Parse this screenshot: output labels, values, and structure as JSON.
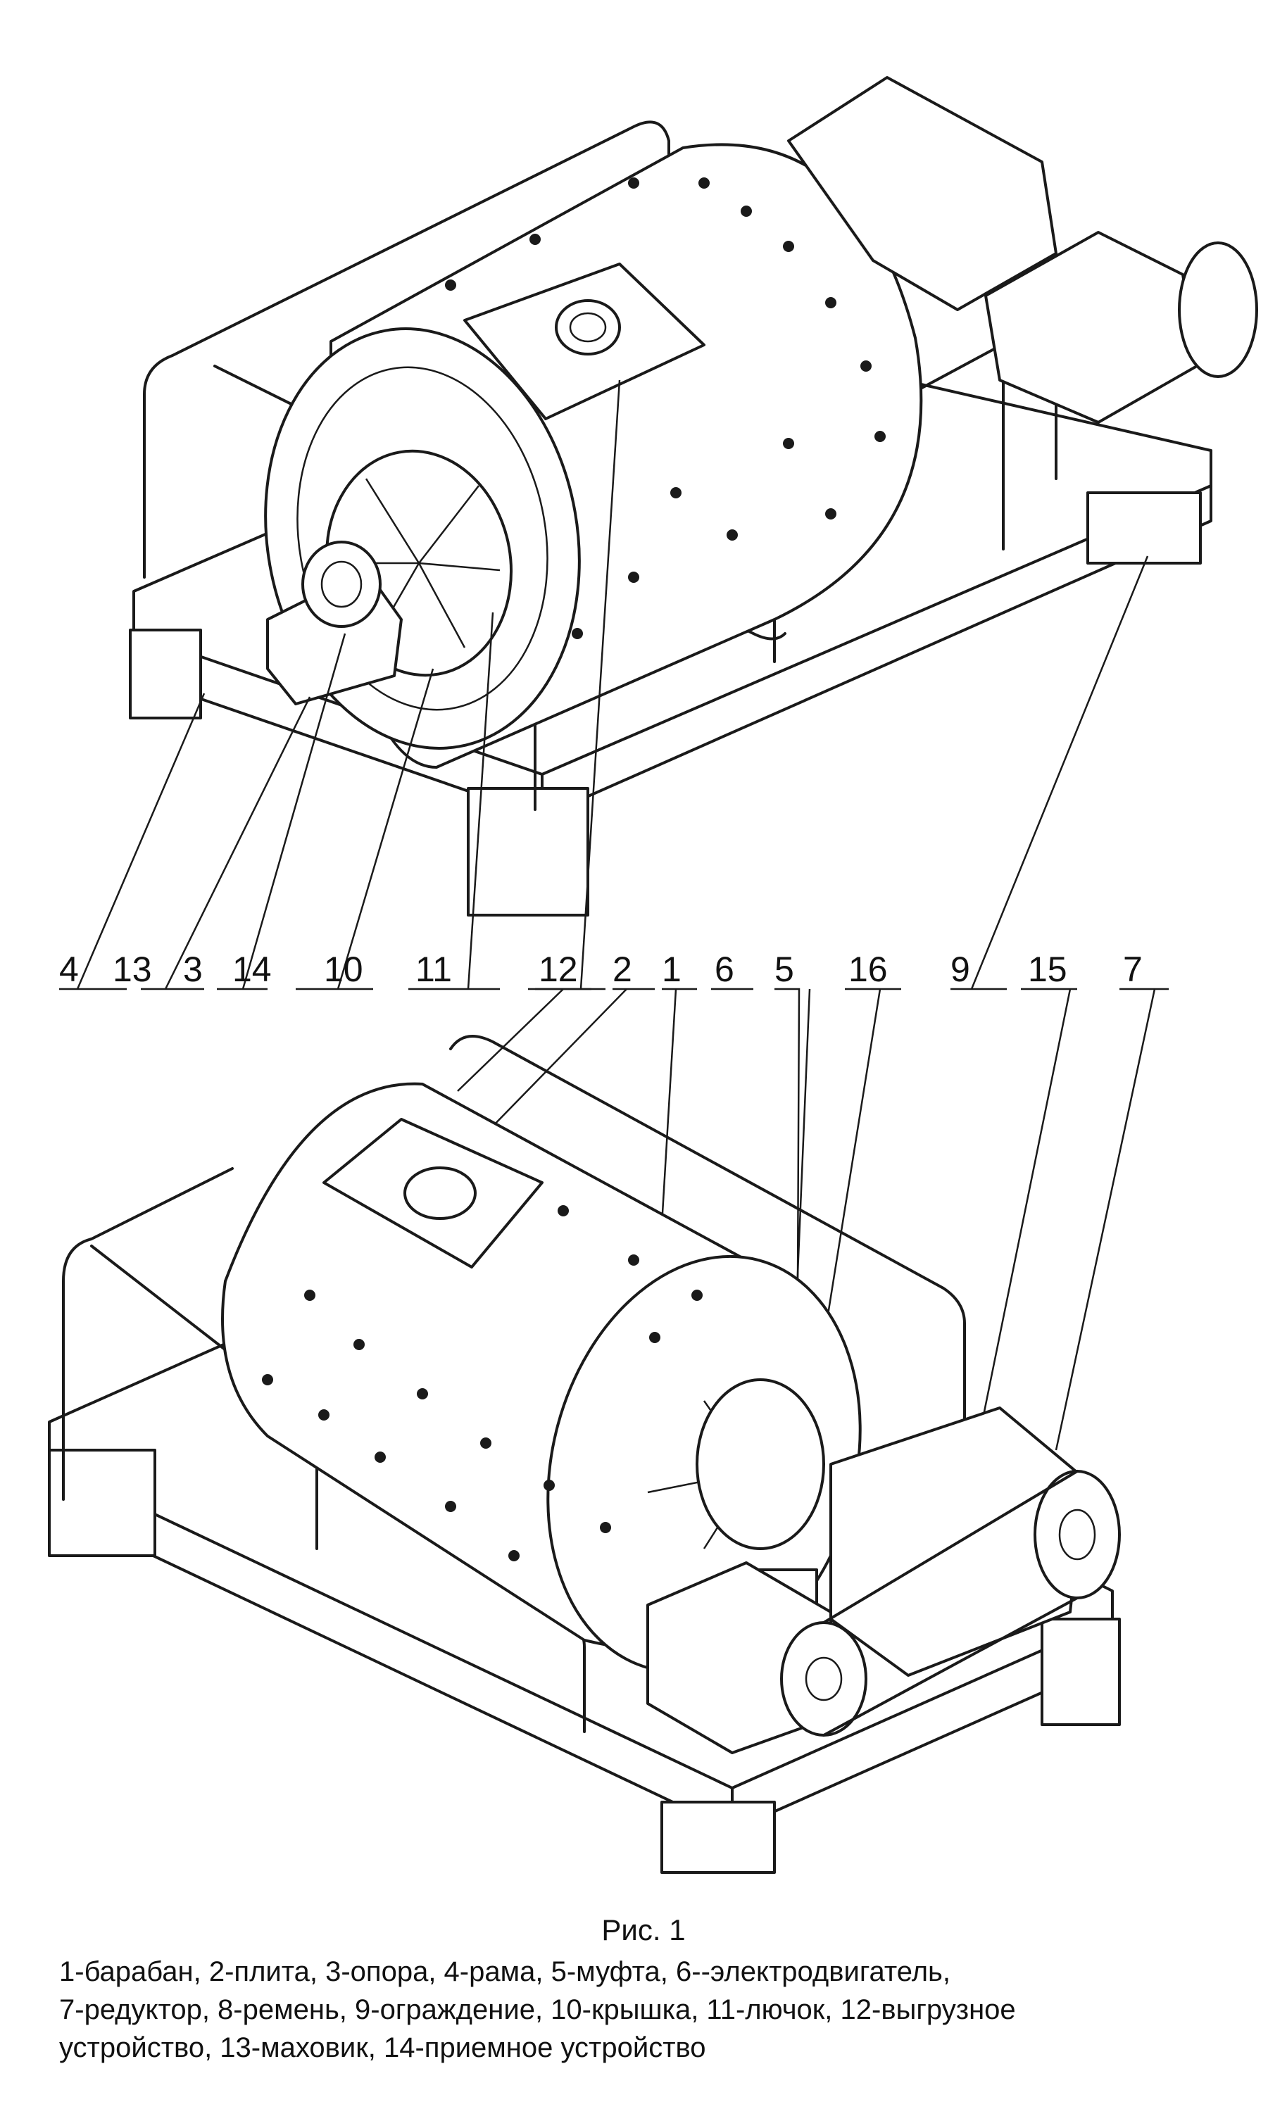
{
  "callouts_top": [
    "4",
    "13",
    "3",
    "14",
    "10",
    "11",
    "12",
    "2",
    "1",
    "6",
    "5",
    "16",
    "9",
    "15",
    "7"
  ],
  "figure_caption": "Рис. 1",
  "legend_lines": [
    "1-барабан, 2-плита, 3-опора, 4-рама, 5-муфта, 6--электродвигатель,",
    "7-редуктор, 8-ремень, 9-ограждение, 10-крышка, 11-лючок, 12-выгрузное",
    "устройство, 13-маховик, 14-приемное устройство"
  ]
}
